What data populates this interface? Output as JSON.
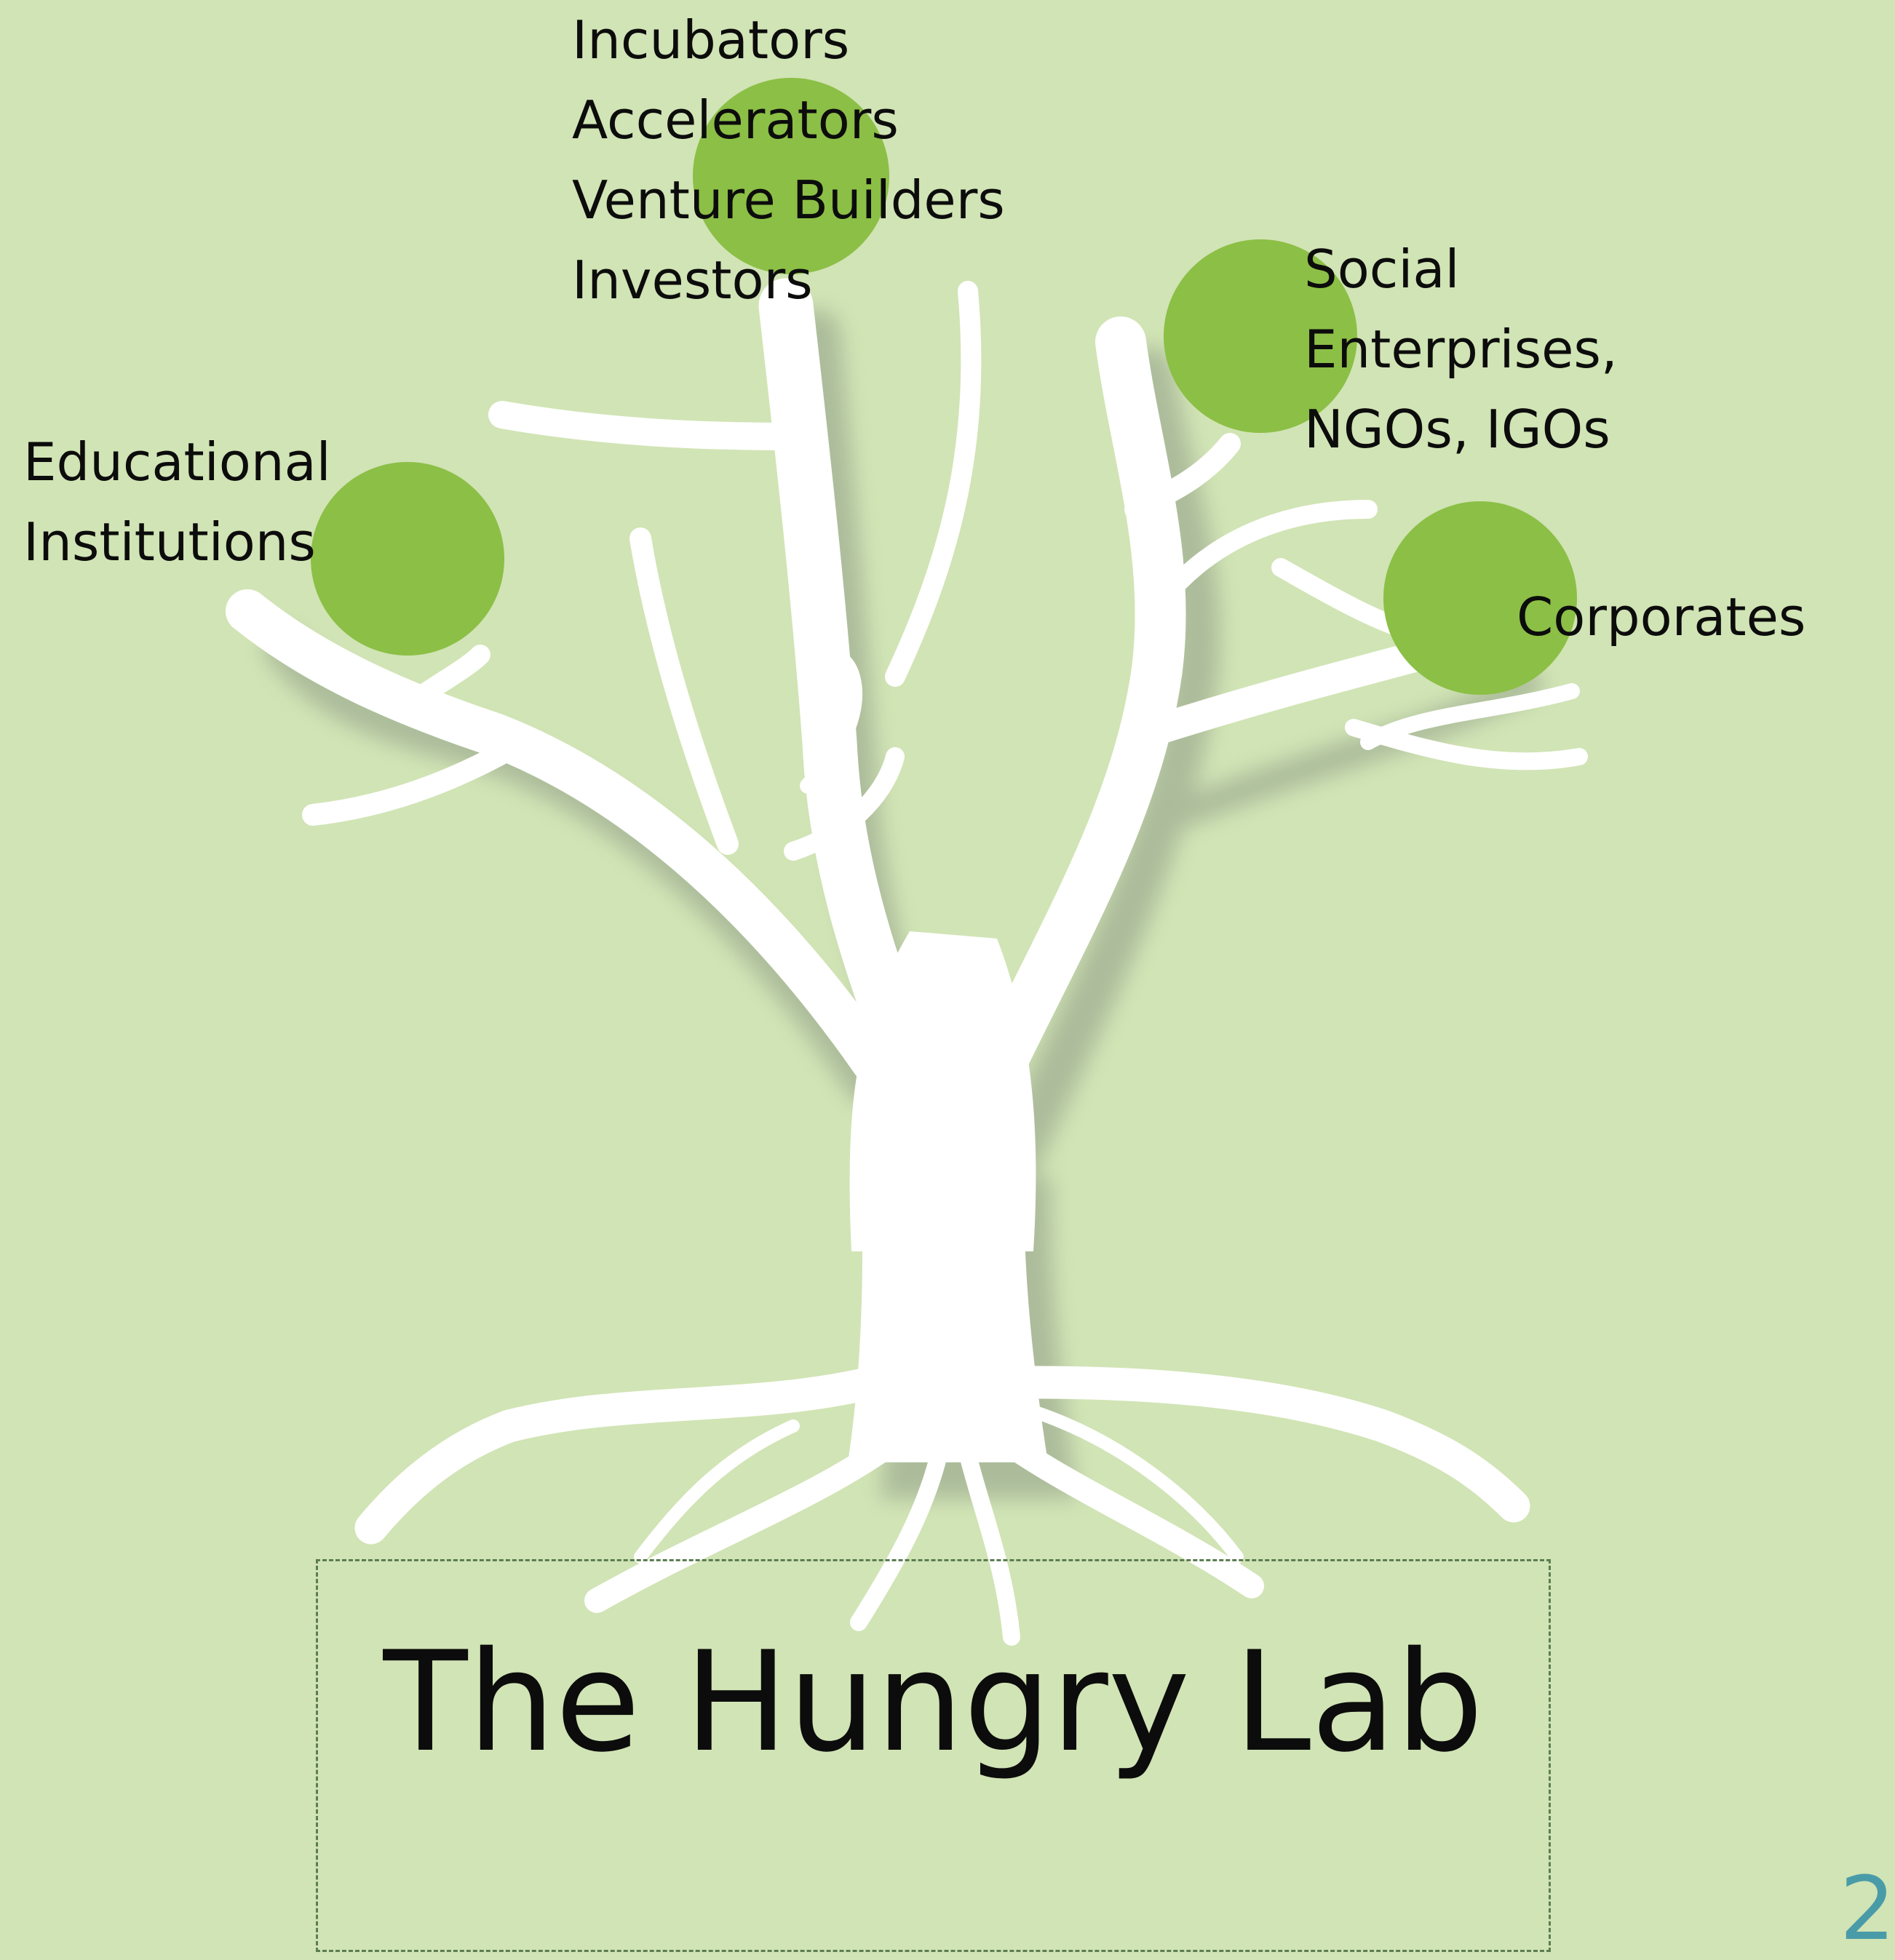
{
  "colors": {
    "background": "#d1e4b5",
    "tree": "#ffffff",
    "tree_shadow": "#8f9c86",
    "fruit": "#8cbf46",
    "title_box_border": "#5c7d52",
    "page_number": "#4a9ba8"
  },
  "nodes": {
    "incubators": [
      "Incubators",
      "Accelerators",
      "Venture Builders",
      "Investors"
    ],
    "social": [
      "Social",
      "Enterprises,",
      "NGOs, IGOs"
    ],
    "educational": [
      "Educational",
      "Institutions"
    ],
    "corporates": [
      "Corporates"
    ]
  },
  "title": "The Hungry Lab",
  "page_number": "2"
}
